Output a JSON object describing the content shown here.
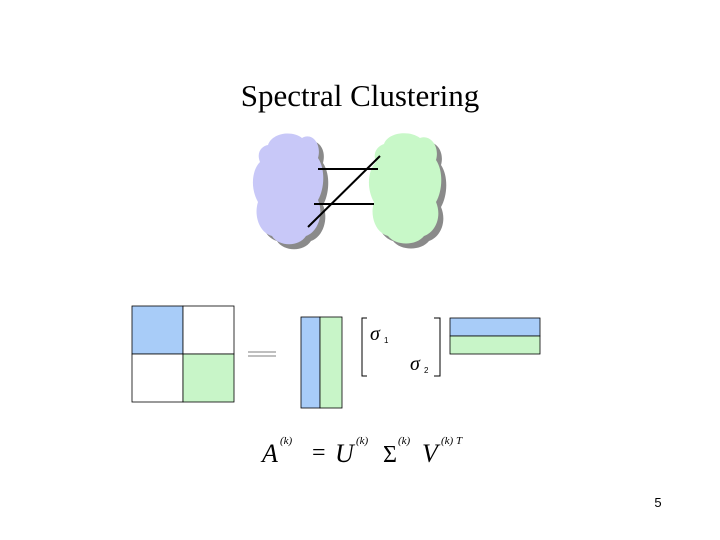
{
  "slide": {
    "title": "Spectral Clustering",
    "number": "5"
  },
  "colors": {
    "cluster_blue": "#c8c8f8",
    "cluster_green": "#c8f8c8",
    "cluster_shadow": "#8a8a8a",
    "block_blue": "#a8ccf8",
    "block_green": "#c8f5c8",
    "line": "#000000"
  },
  "equation": {
    "lhs_symbol": "A",
    "lhs_superscript": "(k)",
    "equals": "=",
    "u_symbol": "U",
    "u_superscript": "(k)",
    "sigma_symbol": "Σ",
    "sigma_superscript": "(k)",
    "v_symbol": "V",
    "v_superscript": "(k) T"
  },
  "sigma_matrix": {
    "sigma": "σ",
    "sub1": "1",
    "sub2": "2"
  },
  "equals_sign": "="
}
